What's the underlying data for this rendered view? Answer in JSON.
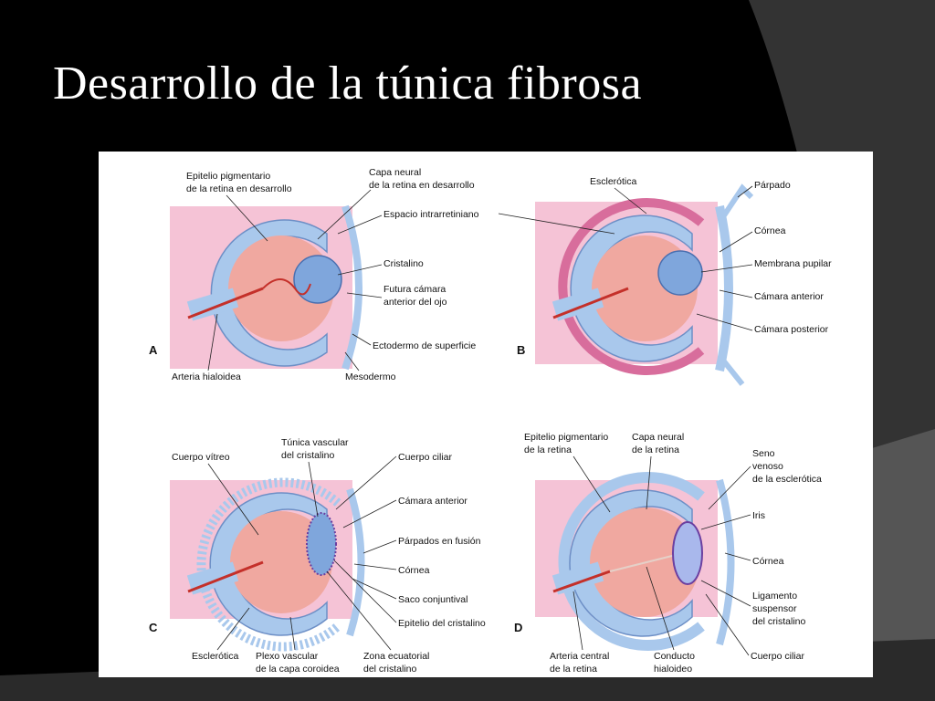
{
  "slide": {
    "title": "Desarrollo de la túnica fibrosa"
  },
  "colors": {
    "background": "#000000",
    "shape_gray": "#3a3a3a",
    "tissue_pink": "#f2b6cf",
    "tissue_blue": "#a9c8ec",
    "lens_blue": "#7fa6dc",
    "inner_salmon": "#f0a8a0",
    "artery_red": "#c4302a"
  },
  "panels": {
    "a": {
      "letter": "A",
      "labels": {
        "epitelio": [
          "Epitelio pigmentario",
          "de la retina en desarrollo"
        ],
        "capa_neural": [
          "Capa neural",
          "de la retina en desarrollo"
        ],
        "espacio": "Espacio intrarretiniano",
        "cristalino": "Cristalino",
        "futura": [
          "Futura cámara",
          "anterior del ojo"
        ],
        "ectodermo": "Ectodermo de superficie",
        "arteria": "Arteria hialoidea",
        "mesodermo": "Mesodermo"
      }
    },
    "b": {
      "letter": "B",
      "labels": {
        "esclerotica": "Esclerótica",
        "parpado": "Párpado",
        "cornea": "Córnea",
        "membrana": "Membrana pupilar",
        "camara_anterior": "Cámara anterior",
        "camara_posterior": "Cámara posterior"
      }
    },
    "c": {
      "letter": "C",
      "labels": {
        "cuerpo_vitreo": "Cuerpo vítreo",
        "tunica": [
          "Túnica vascular",
          "del cristalino"
        ],
        "cuerpo_ciliar": "Cuerpo ciliar",
        "camara_anterior": "Cámara anterior",
        "parpados_fusion": "Párpados en fusión",
        "cornea": "Córnea",
        "saco": "Saco conjuntival",
        "epitelio_cristalino": "Epitelio del cristalino",
        "esclerotica": "Esclerótica",
        "plexo": [
          "Plexo vascular",
          "de la capa coroidea"
        ],
        "zona": [
          "Zona ecuatorial",
          "del cristalino"
        ]
      }
    },
    "d": {
      "letter": "D",
      "labels": {
        "epitelio": [
          "Epitelio pigmentario",
          "de la retina"
        ],
        "capa_neural": [
          "Capa neural",
          "de la retina"
        ],
        "seno": [
          "Seno",
          "venoso",
          "de la esclerótica"
        ],
        "iris": "Iris",
        "cornea": "Córnea",
        "ligamento": [
          "Ligamento",
          "suspensor",
          "del cristalino"
        ],
        "arteria": [
          "Arteria central",
          "de la retina"
        ],
        "conducto": [
          "Conducto",
          "hialoideo"
        ],
        "cuerpo_ciliar": "Cuerpo ciliar"
      }
    }
  }
}
